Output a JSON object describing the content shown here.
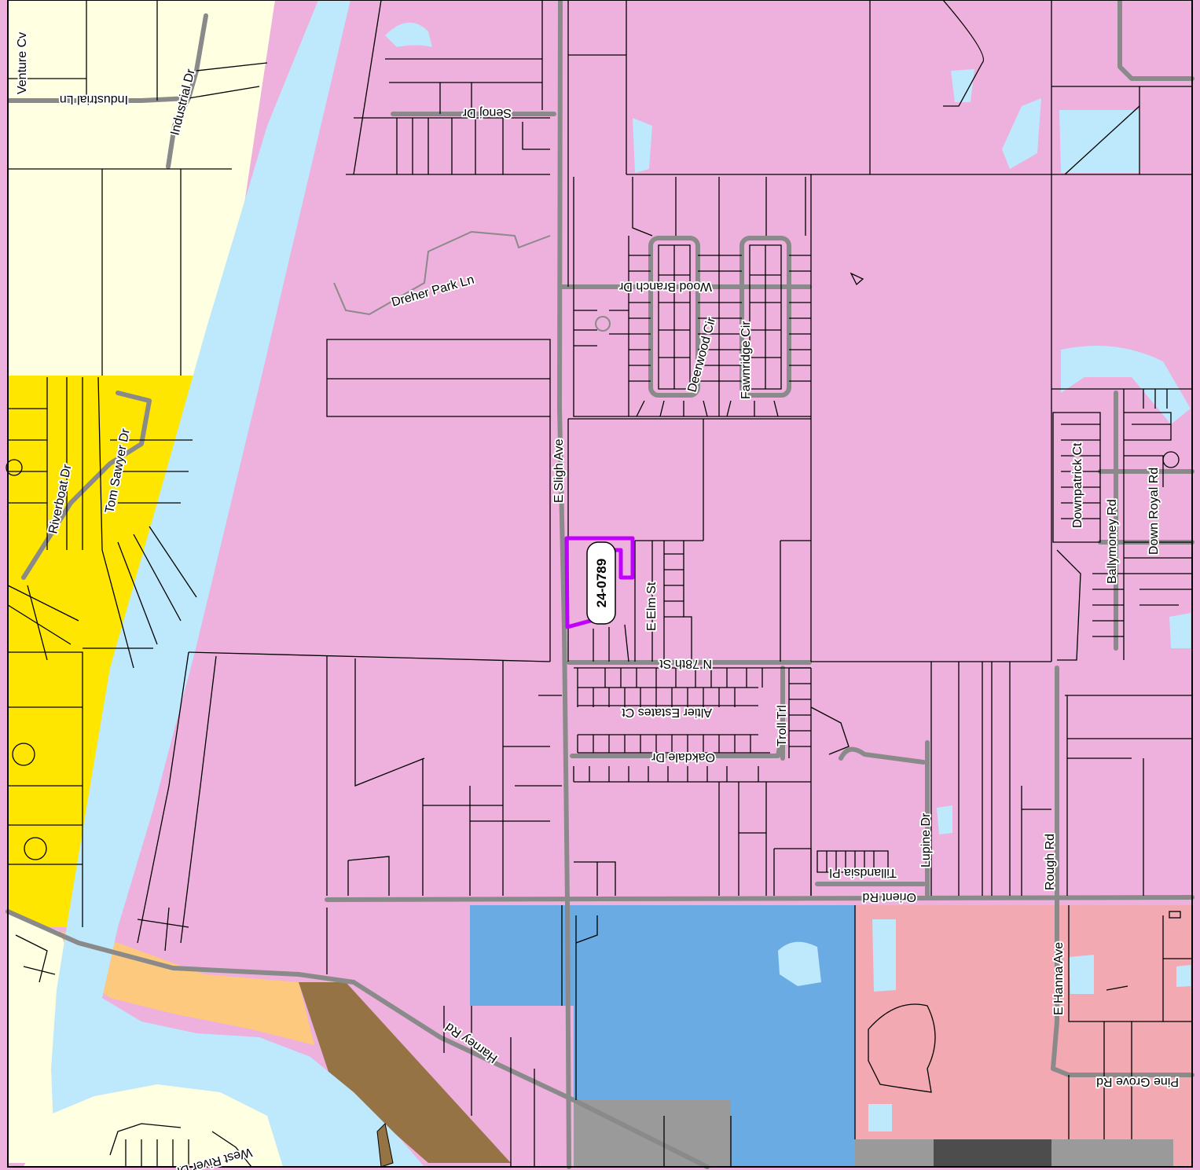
{
  "map": {
    "colors": {
      "residential_pink": "#eeb0dc",
      "light_yellow": "#ffffe2",
      "yellow": "#ffe600",
      "water": "#bee8fc",
      "blue": "#6aabe3",
      "salmon": "#f3a9b2",
      "orange": "#fdc97e",
      "brown": "#957344",
      "gray": "#9a9a9a",
      "dark_gray": "#4d4d4d",
      "subject_outline": "#bf00ff"
    },
    "streets": [
      {
        "id": "venture-cv",
        "name": "Venture Cv"
      },
      {
        "id": "industrial-ln",
        "name": "Industrial Ln"
      },
      {
        "id": "industrial-dr",
        "name": "Industrial Dr"
      },
      {
        "id": "senoj-dr",
        "name": "Senoj Dr"
      },
      {
        "id": "dreher-park-ln",
        "name": "Dreher Park Ln"
      },
      {
        "id": "wood-branch-dr",
        "name": "Wood Branch Dr"
      },
      {
        "id": "deerwood-cir",
        "name": "Deerwood Cir"
      },
      {
        "id": "fawnridge-cir",
        "name": "Fawnridge Cir"
      },
      {
        "id": "e-sligh-ave",
        "name": "E Sligh Ave"
      },
      {
        "id": "riverboat-dr",
        "name": "Riverboat Dr"
      },
      {
        "id": "tom-sawyer-dr",
        "name": "Tom Sawyer Dr"
      },
      {
        "id": "e-elm-st",
        "name": "E Elm St"
      },
      {
        "id": "n-78th-st",
        "name": "N 78th St"
      },
      {
        "id": "altier-estates-ct",
        "name": "Altier Estates Ct"
      },
      {
        "id": "troll-trl",
        "name": "Troll Trl"
      },
      {
        "id": "oakdale-dr",
        "name": "Oakdale Dr"
      },
      {
        "id": "lupine-dr",
        "name": "Lupine Dr"
      },
      {
        "id": "tillandsia-pl",
        "name": "Tillandsia Pl"
      },
      {
        "id": "orient-rd",
        "name": "Orient Rd"
      },
      {
        "id": "rough-rd",
        "name": "Rough Rd"
      },
      {
        "id": "e-hanna-ave",
        "name": "E Hanna Ave"
      },
      {
        "id": "harney-rd",
        "name": "Harney Rd"
      },
      {
        "id": "west-river-dr",
        "name": "West River Dr"
      },
      {
        "id": "pine-grove-rd",
        "name": "Pine Grove Rd"
      },
      {
        "id": "downpatrick-ct",
        "name": "Downpatrick Ct"
      },
      {
        "id": "ballymoney-rd",
        "name": "Ballymoney Rd"
      },
      {
        "id": "down-royal-rd",
        "name": "Down Royal Rd"
      }
    ],
    "subject_case": "24-0789"
  }
}
